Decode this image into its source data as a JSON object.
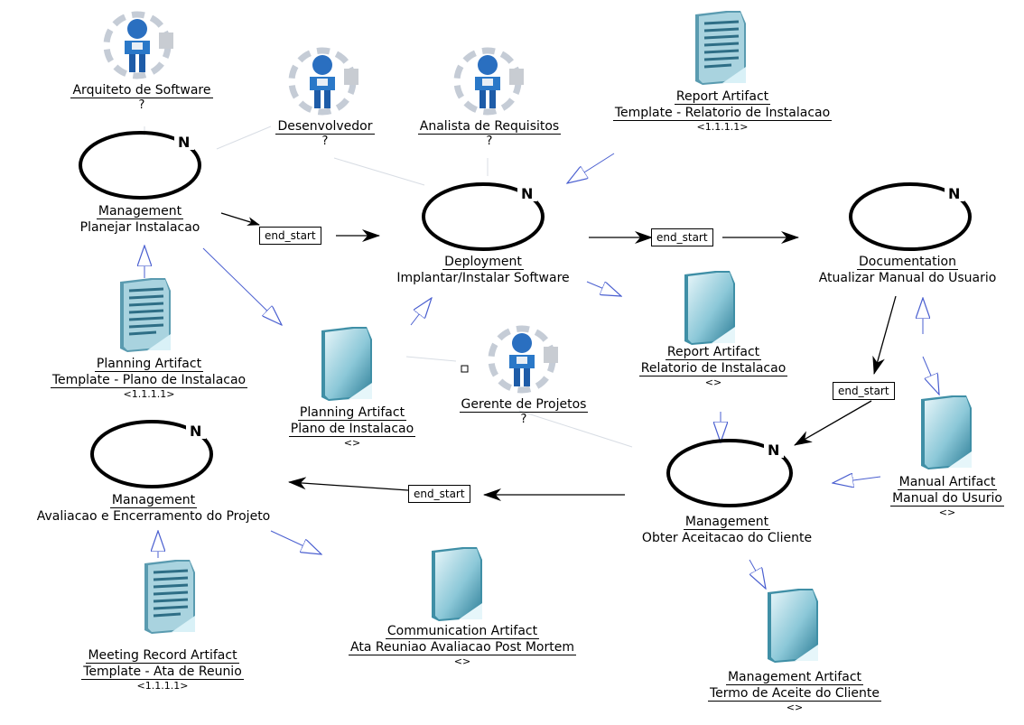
{
  "roles": [
    {
      "name": "Arquiteto de Software",
      "sub": "?"
    },
    {
      "name": "Desenvolvedor",
      "sub": "?"
    },
    {
      "name": "Analista de Requisitos",
      "sub": "?"
    },
    {
      "name": "Gerente de Projetos",
      "sub": "?"
    }
  ],
  "activities": [
    {
      "discipline": "Management",
      "name": "Planejar Instalacao",
      "marker": "N"
    },
    {
      "discipline": "Deployment",
      "name": "Implantar/Instalar Software",
      "marker": "N"
    },
    {
      "discipline": "Documentation",
      "name": "Atualizar Manual do Usuario",
      "marker": "N"
    },
    {
      "discipline": "Management",
      "name": "Obter Aceitacao do Cliente",
      "marker": "N"
    },
    {
      "discipline": "Management",
      "name": "Avaliacao e Encerramento do Projeto",
      "marker": "N"
    }
  ],
  "artifacts": [
    {
      "type": "Report Artifact",
      "name": "Template - Relatorio de Instalacao",
      "version": "<1.1.1.1>"
    },
    {
      "type": "Planning Artifact",
      "name": "Template - Plano de Instalacao",
      "version": "<1.1.1.1>"
    },
    {
      "type": "Planning Artifact",
      "name": "Plano de Instalacao",
      "version": "<>"
    },
    {
      "type": "Report Artifact",
      "name": "Relatorio de Instalacao",
      "version": "<>"
    },
    {
      "type": "Manual Artifact",
      "name": "Manual do Usurio",
      "version": "<>"
    },
    {
      "type": "Communication Artifact",
      "name": "Ata Reuniao Avaliacao Post Mortem",
      "version": "<>"
    },
    {
      "type": "Meeting Record Artifact",
      "name": "Template - Ata de Reunio",
      "version": "<1.1.1.1>"
    },
    {
      "type": "Management Artifact",
      "name": "Termo de Aceite do Cliente",
      "version": "<>"
    }
  ],
  "flows": [
    "end_start",
    "end_start",
    "end_start",
    "end_start"
  ],
  "colors": {
    "flow": "#000000",
    "artifact_link": "#4a5fd0",
    "role_link": "#d8dde4",
    "doc_dark": "#3f8fa6",
    "doc_light": "#d6eef4",
    "role_blue": "#2a78c8"
  }
}
